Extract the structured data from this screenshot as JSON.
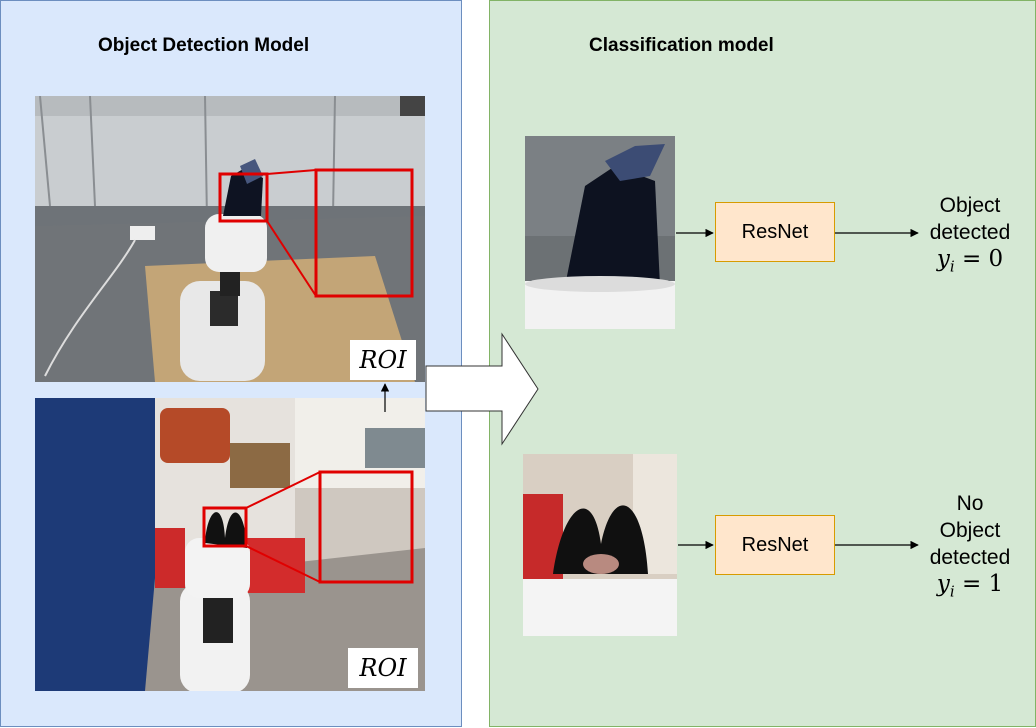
{
  "detection_panel": {
    "title": "Object Detection Model",
    "top_image": {
      "roi_label": "ROI"
    },
    "bottom_image": {
      "roi_label": "ROI"
    }
  },
  "classification_panel": {
    "title": "Classification model",
    "rows": [
      {
        "model_label": "ResNet",
        "output_lines": [
          "Object",
          "detected"
        ],
        "result": "y",
        "result_sub": "i",
        "result_eq": " = 0"
      },
      {
        "model_label": "ResNet",
        "output_lines": [
          "No",
          "Object",
          "detected"
        ],
        "result": "y",
        "result_sub": "i",
        "result_eq": " = 1"
      }
    ]
  },
  "colors": {
    "detection_bg": "#dae8fc",
    "classification_bg": "#d5e8d4",
    "resnet_fill": "#ffe6cc",
    "resnet_border": "#d79b00",
    "roi_box": "#e00000"
  }
}
